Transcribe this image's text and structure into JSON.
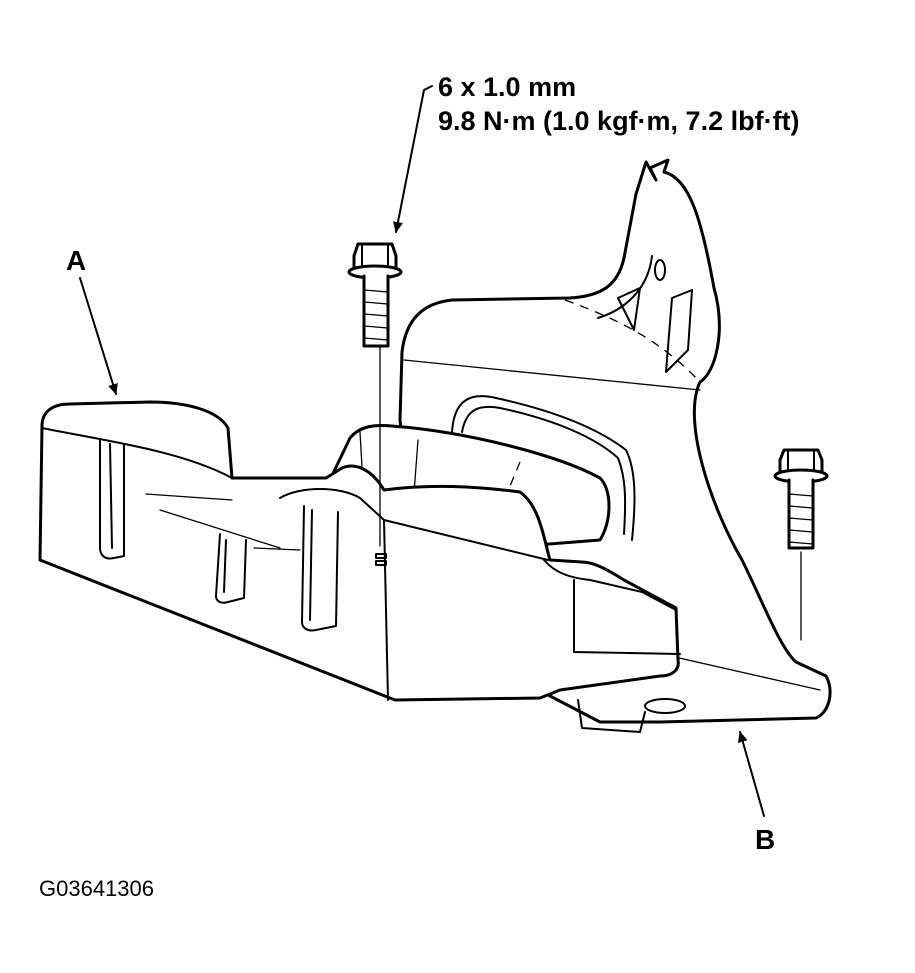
{
  "callouts": {
    "bolt_spec_line_1": "6 x 1.0 mm",
    "bolt_spec_line_2": "9.8 N·m (1.0 kgf·m, 7.2 lbf·ft)",
    "label_a": "A",
    "label_b": "B"
  },
  "figure_id": "G03641306",
  "icons": [
    "bolt-icon",
    "leader-arrow-icon"
  ]
}
